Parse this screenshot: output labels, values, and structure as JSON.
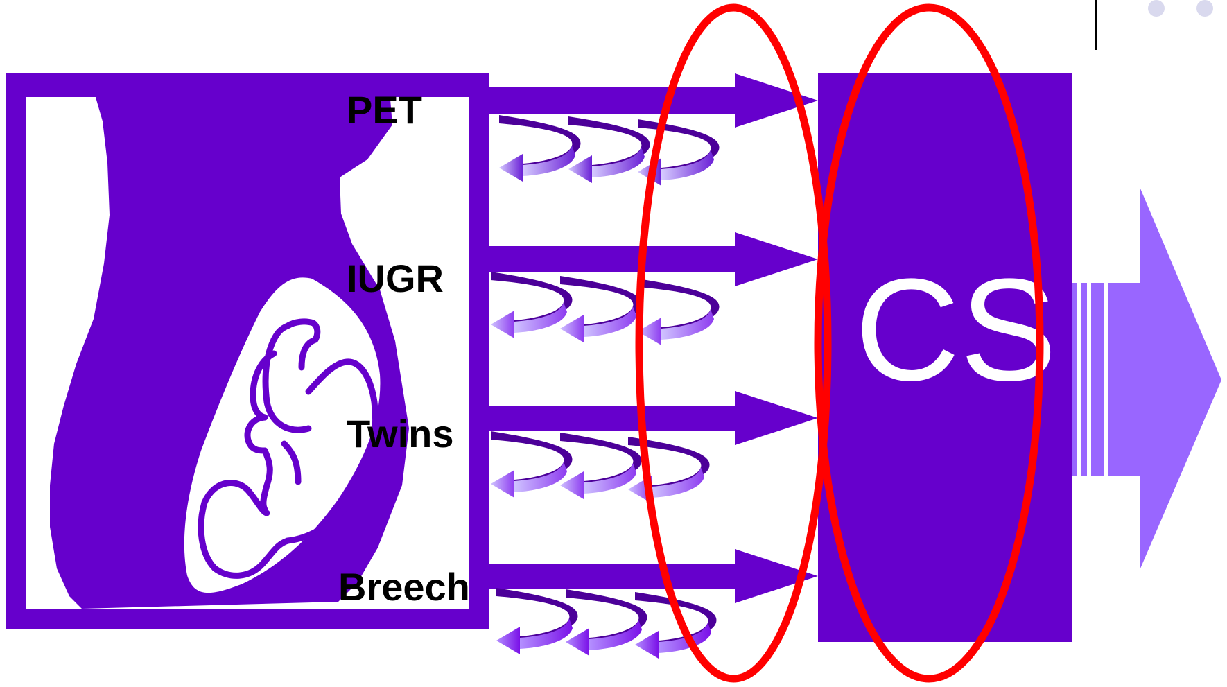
{
  "diagram": {
    "conditions": [
      {
        "label": "PET"
      },
      {
        "label": "IUGR"
      },
      {
        "label": "Twins"
      },
      {
        "label": "Breech"
      }
    ],
    "outcome": {
      "label": "CS"
    }
  },
  "colors": {
    "primary_purple": "#6600cc",
    "light_purple": "#9966ff",
    "highlight_red": "#ff0000",
    "dots_gray": "#d9d9ee",
    "white": "#ffffff"
  },
  "icons": {
    "pregnant-figure": "pregnant woman silhouette with fetus",
    "feedback-loops": "curved arrows pointing back",
    "big-arrow": "right-pointing striped arrow"
  }
}
